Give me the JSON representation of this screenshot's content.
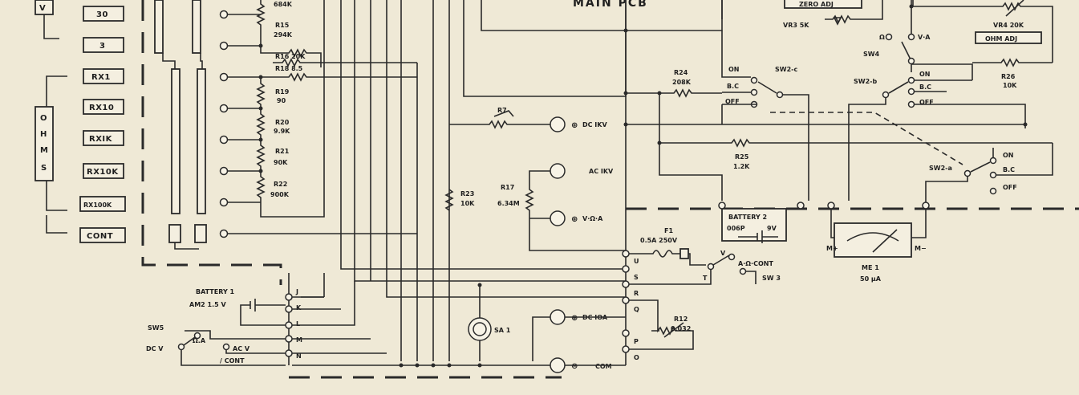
{
  "title": "MAIN PCB",
  "range_boxes": {
    "top": [
      "30",
      "3"
    ],
    "ohms_group_label": "OHMS",
    "ohms": [
      "RX1",
      "RX10",
      "RXIK",
      "RX10K",
      "RX100K"
    ],
    "cont": "CONT"
  },
  "resistors": {
    "r_684k": "684K",
    "r15_name": "R15",
    "r15_val": "294K",
    "r16": "R16 20K",
    "r18": "R18 8.5",
    "r19_name": "R19",
    "r19_val": "90",
    "r20_name": "R20",
    "r20_val": "9.9K",
    "r21_name": "R21",
    "r21_val": "90K",
    "r22_name": "R22",
    "r22_val": "900K",
    "r24_name": "R24",
    "r24_val": "208K",
    "r25_name": "R25",
    "r25_val": "1.2K",
    "r26_name": "R26",
    "r26_val": "10K",
    "r23_name": "R23",
    "r23_val": "10K",
    "r17_name": "R17",
    "r17_val": "6.34M",
    "r7": "R7",
    "r12_name": "R12",
    "r12_val": "0.032"
  },
  "pots": {
    "zero_adj": "ZERO ADJ",
    "vr3": "VR3 5K",
    "vr4": "VR4 20K",
    "ohm_adj": "OHM ADJ"
  },
  "switches": {
    "sw2c": "SW2-c",
    "sw2b": "SW2-b",
    "sw2a": "SW2-a",
    "on": "ON",
    "bc": "B.C",
    "off": "OFF",
    "sw4": "SW4",
    "sw4_ohm": "Ω",
    "sw4_va": "V·A",
    "sw3": "SW 3",
    "sw3_v": "V",
    "sw3_t": "T",
    "sw3_acont": "A·Ω·CONT",
    "sw5": "SW5",
    "sw5_dcv": "DC V",
    "sw5_ohma": "Ω.A",
    "sw5_acv": "AC V",
    "sw5_cont": "/ CONT"
  },
  "jacks": {
    "dc1kv": "DC IKV",
    "ac1kv": "AC IKV",
    "vohma": "V·Ω·A",
    "dc10a": "DC IOA",
    "com": "COM",
    "sa1": "SA 1"
  },
  "connector_pins": {
    "left": [
      "J",
      "K",
      "L",
      "M",
      "N"
    ],
    "right": [
      "U",
      "S",
      "R",
      "Q",
      "P",
      "O"
    ]
  },
  "battery1": {
    "name": "BATTERY 1",
    "spec": "AM2 1.5 V"
  },
  "battery2": {
    "name": "BATTERY 2",
    "spec1": "006P",
    "spec2": "9V"
  },
  "fuse": {
    "name": "F1",
    "spec": "0.5A 250V"
  },
  "meter": {
    "name": "ME 1",
    "spec": "50 μA",
    "plus": "M+",
    "minus": "M−"
  }
}
